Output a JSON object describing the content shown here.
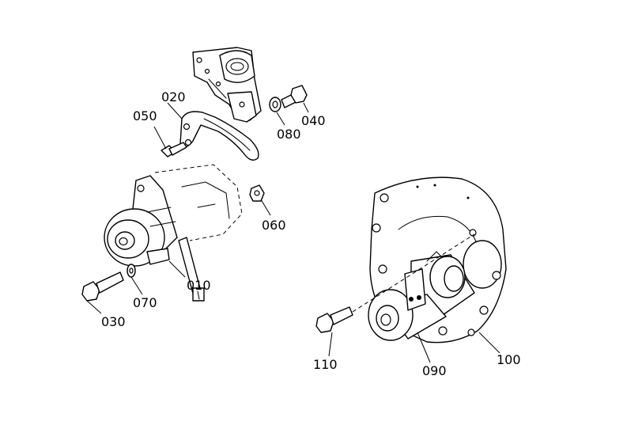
{
  "callouts": [
    {
      "id": "c010",
      "text": "010"
    },
    {
      "id": "c020",
      "text": "020"
    },
    {
      "id": "c030",
      "text": "030"
    },
    {
      "id": "c040",
      "text": "040"
    },
    {
      "id": "c050",
      "text": "050"
    },
    {
      "id": "c060",
      "text": "060"
    },
    {
      "id": "c070",
      "text": "070"
    },
    {
      "id": "c080",
      "text": "080"
    },
    {
      "id": "c090",
      "text": "090"
    },
    {
      "id": "c100",
      "text": "100"
    },
    {
      "id": "c110",
      "text": "110"
    }
  ],
  "colors": {
    "line": "#000000",
    "background": "#ffffff"
  }
}
